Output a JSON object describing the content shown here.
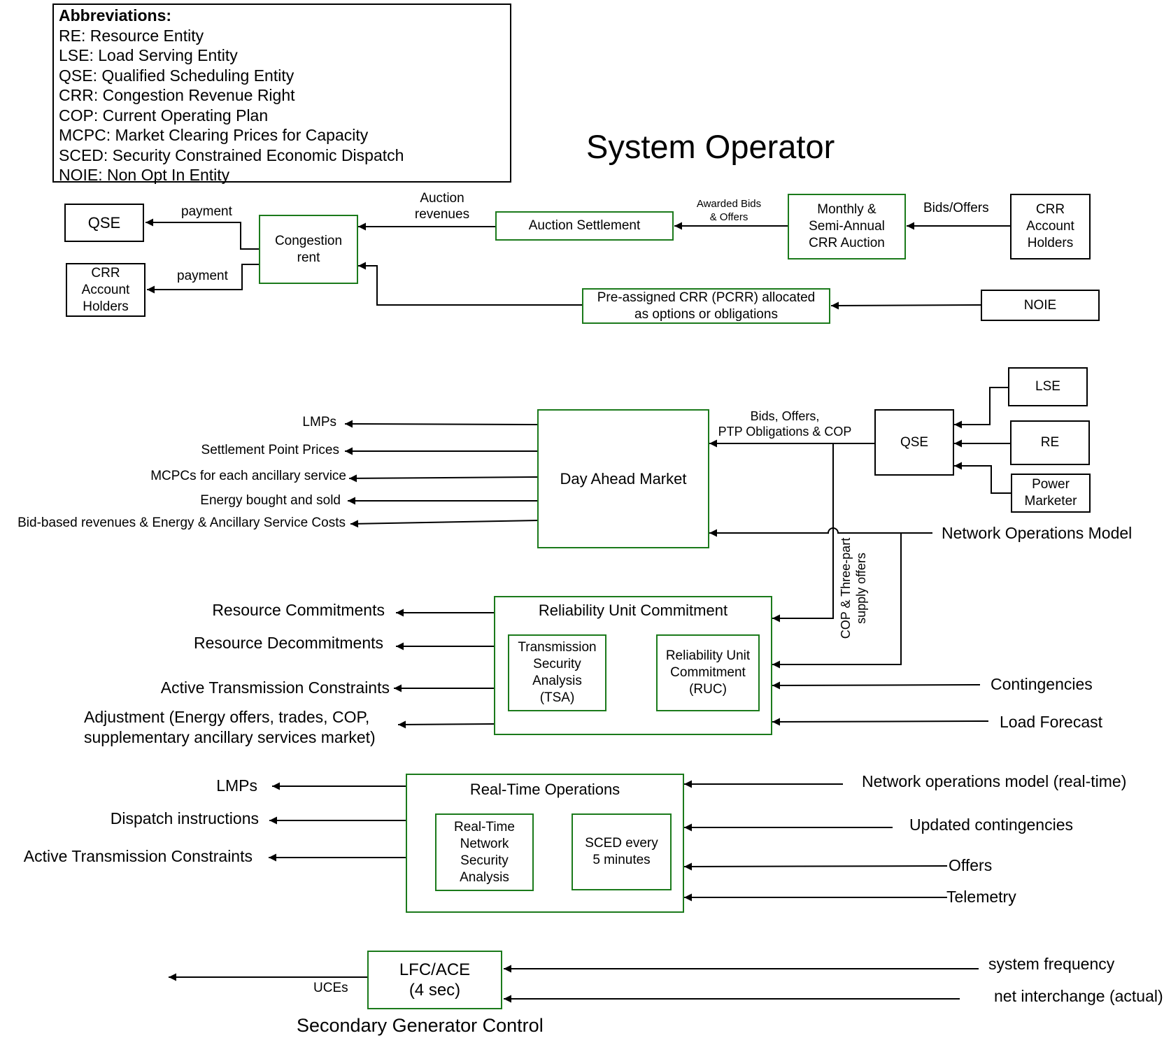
{
  "abbreviations": {
    "title": "Abbreviations:",
    "items": [
      "RE: Resource Entity",
      "LSE: Load Serving Entity",
      "QSE: Qualified Scheduling Entity",
      "CRR: Congestion Revenue Right",
      "COP: Current Operating Plan",
      "MCPC: Market Clearing Prices for Capacity",
      "SCED: Security Constrained Economic Dispatch",
      "NOIE: Non Opt In Entity"
    ]
  },
  "title": "System Operator",
  "crr_section": {
    "qse_box": "QSE",
    "crr_holders_left": "CRR\nAccount\nHolders",
    "congestion_rent": "Congestion\nrent",
    "auction_settlement": "Auction Settlement",
    "crr_auction": "Monthly &\nSemi-Annual\nCRR Auction",
    "crr_holders_right": "CRR\nAccount\nHolders",
    "pcrr": "Pre-assigned CRR (PCRR) allocated\nas options or obligations",
    "noie": "NOIE",
    "payment_top": "payment",
    "payment_bottom": "payment",
    "auction_revenues": "Auction\nrevenues",
    "awarded_bids": "Awarded Bids\n& Offers",
    "bids_offers": "Bids/Offers"
  },
  "dam_section": {
    "dam": "Day Ahead Market",
    "qse": "QSE",
    "lse": "LSE",
    "re": "RE",
    "power_marketer": "Power\nMarketer",
    "bids_offers_cop": "Bids, Offers,\nPTP Obligations & COP",
    "network_ops_model": "Network Operations Model",
    "outputs": [
      "LMPs",
      "Settlement Point Prices",
      "MCPCs for each ancillary service",
      "Energy bought and sold",
      "Bid-based revenues & Energy & Ancillary Service Costs"
    ]
  },
  "ruc_section": {
    "ruc_title": "Reliability Unit Commitment",
    "tsa": "Transmission\nSecurity\nAnalysis\n(TSA)",
    "ruc_inner": "Reliability Unit\nCommitment\n(RUC)",
    "cop_three_part": "COP & Three-part\nsupply offers",
    "contingencies": "Contingencies",
    "load_forecast": "Load Forecast",
    "outputs": [
      "Resource Commitments",
      "Resource Decommitments",
      "Active Transmission Constraints",
      "Adjustment (Energy offers, trades, COP,\nsupplementary ancillary services market)"
    ]
  },
  "rt_section": {
    "rt_title": "Real-Time Operations",
    "rtnsa": "Real-Time\nNetwork\nSecurity\nAnalysis",
    "sced": "SCED every\n5 minutes",
    "inputs": [
      "Network operations model (real-time)",
      "Updated contingencies",
      "Offers",
      "Telemetry"
    ],
    "outputs": [
      "LMPs",
      "Dispatch instructions",
      "Active Transmission Constraints"
    ]
  },
  "lfc_section": {
    "lfc": "LFC/ACE\n(4 sec)",
    "uces": "UCEs",
    "caption": "Secondary Generator Control",
    "inputs": [
      "system frequency",
      "net interchange (actual)"
    ]
  }
}
